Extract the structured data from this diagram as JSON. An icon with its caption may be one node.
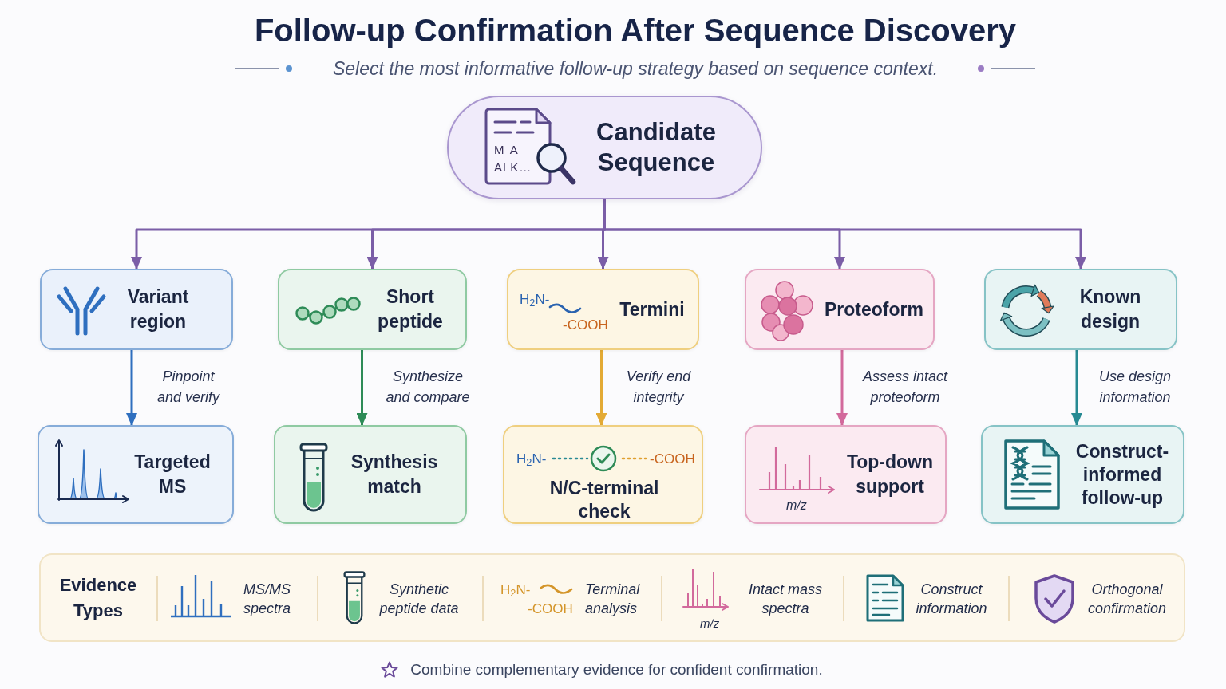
{
  "diagram": {
    "title": "Follow-up Confirmation After Sequence Discovery",
    "caption": "Combine complementary evidence for confident confirmation.",
    "nodes": [
      {
        "text": [
          "Candidate Sequence"
        ]
      },
      {
        "text": [
          "Variant region"
        ]
      },
      {
        "text": [
          "Short peptide"
        ]
      },
      {
        "text": [
          "Termini"
        ]
      },
      {
        "text": [
          "Proteoform"
        ]
      },
      {
        "text": [
          "Known design"
        ]
      },
      {
        "text": [
          "Targeted MS"
        ]
      },
      {
        "text": [
          "Synthesis match"
        ]
      },
      {
        "text": [
          "N/C-terminal check"
        ]
      },
      {
        "text": [
          "Top-down support"
        ]
      },
      {
        "text": [
          "Construct-informed follow-up"
        ]
      },
      {
        "text": [
          "Evidence Types"
        ]
      }
    ],
    "edges": [
      {
        "from": 0,
        "to": 1,
        "arrow": "to",
        "color": "#7b5ea7"
      },
      {
        "from": 0,
        "to": 2,
        "arrow": "to",
        "color": "#7b5ea7"
      },
      {
        "from": 0,
        "to": 3,
        "arrow": "to",
        "color": "#7b5ea7"
      },
      {
        "from": 0,
        "to": 4,
        "arrow": "to",
        "color": "#7b5ea7"
      },
      {
        "from": 0,
        "to": 5,
        "arrow": "to",
        "color": "#7b5ea7"
      },
      {
        "from": 1,
        "to": 6,
        "arrow": "to",
        "label": "Pinpoint and verify",
        "color": "#2f6fbf"
      },
      {
        "from": 2,
        "to": 7,
        "arrow": "to",
        "label": "Synthesize and compare",
        "color": "#2e8b57"
      },
      {
        "from": 3,
        "to": 8,
        "arrow": "to",
        "label": "Verify end integrity",
        "color": "#e3aa35"
      },
      {
        "from": 4,
        "to": 9,
        "arrow": "to",
        "label": "Assess intact proteoform",
        "color": "#d26a9c"
      },
      {
        "from": 5,
        "to": 10,
        "arrow": "to",
        "label": "Use design information",
        "color": "#278a93"
      }
    ],
    "labels": [
      "Select the most informative follow-up strategy based on sequence context.",
      "M A",
      "ALK…",
      "H$_{2}$N-",
      "-COOH",
      "H$_{2}$N-",
      "-COOH",
      "m/z",
      "MS/MS spectra",
      "Synthetic peptide data",
      "H$_{2}$N-",
      "-COOH",
      "Terminal analysis",
      "m/z",
      "Intact mass spectra",
      "Construct information",
      "Orthogonal confirmation"
    ]
  }
}
